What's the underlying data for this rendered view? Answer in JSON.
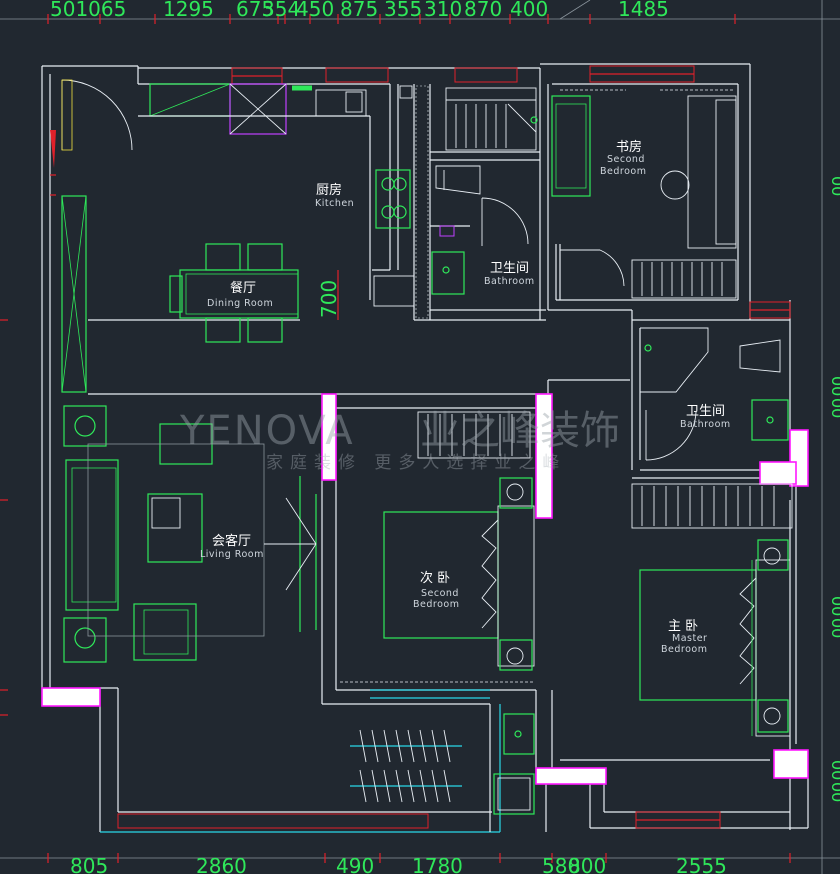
{
  "dimensions": {
    "top": [
      "501065",
      "1295",
      "675",
      "354",
      "450",
      "875",
      "355",
      "310",
      "870",
      "400",
      "1485"
    ],
    "bottom": [
      "805",
      "2860",
      "490",
      "1780",
      "580",
      "800",
      "2555"
    ],
    "right": [
      "00",
      "00",
      "00",
      "00",
      "00",
      "00",
      "00"
    ],
    "table_dim": "700"
  },
  "rooms": {
    "kitchen": {
      "cn": "厨房",
      "en": "Kitchen"
    },
    "dining": {
      "cn": "餐厅",
      "en": "Dining Room"
    },
    "bathroom1": {
      "cn": "卫生间",
      "en": "Bathroom"
    },
    "study": {
      "cn": "书房",
      "en": "Second Bedroom"
    },
    "bathroom2": {
      "cn": "卫生间",
      "en": "Bathroom"
    },
    "living": {
      "cn": "会客厅",
      "en": "Living Room"
    },
    "second_bedroom": {
      "cn": "次 卧",
      "en": "Second Bedroom"
    },
    "master_bedroom": {
      "cn": "主 卧",
      "en": "Master Bedroom"
    }
  },
  "watermark": {
    "brand": "YENOVA",
    "brand_cn": "业之峰装饰",
    "slogan": "家庭装修 更多人选择业之峰"
  },
  "colors": {
    "background": "#212830",
    "wall": "#e8eef4",
    "furniture": "#2fe85a",
    "dimension_tick": "#e0202a",
    "window_mark": "#ff18ff",
    "cyan": "#2ad8e8"
  }
}
